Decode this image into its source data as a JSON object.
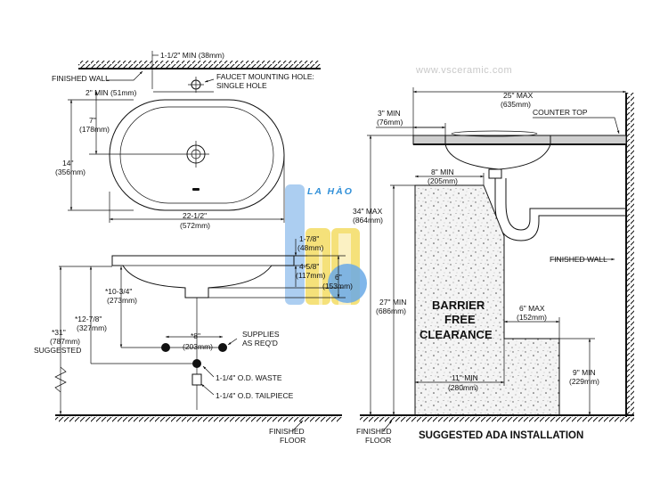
{
  "watermark": "www.vsceramic.com",
  "logo": {
    "text": "LA HÀO"
  },
  "top_view": {
    "finished_wall": "FINISHED WALL",
    "min_offset": "1-1/2\" MIN (38mm)",
    "faucet_hole": [
      "FAUCET MOUNTING HOLE:",
      "SINGLE HOLE"
    ],
    "min_2": "2\" MIN (51mm)",
    "dim_7": [
      "7\"",
      "(178mm)"
    ],
    "dim_14": [
      "14\"",
      "(356mm)"
    ],
    "dim_22": [
      "22-1/2\"",
      "(572mm)"
    ]
  },
  "side_view": {
    "dim_1_7_8": [
      "1-7/8\"",
      "(48mm)"
    ],
    "dim_4_5_8": [
      "4-5/8\"",
      "(117mm)"
    ],
    "dim_6": [
      "6\"",
      "(153mm)"
    ],
    "dim_10_3_4": [
      "*10-3/4\"",
      "(273mm)"
    ],
    "dim_12_7_8": [
      "*12-7/8\"",
      "(327mm)"
    ],
    "dim_31": [
      "*31\"",
      "(787mm)",
      "SUGGESTED"
    ],
    "dim_8": [
      "*8\"",
      "(203mm)"
    ],
    "supplies": [
      "SUPPLIES",
      "AS REQ'D"
    ],
    "waste": "1-1/4\" O.D. WASTE",
    "tailpiece": "1-1/4\" O.D. TAILPIECE",
    "finished_floor": [
      "FINISHED",
      "FLOOR"
    ]
  },
  "ada_view": {
    "dim_25": [
      "25\" MAX",
      "(635mm)"
    ],
    "dim_3": [
      "3\" MIN",
      "(76mm)"
    ],
    "counter_top": "COUNTER TOP",
    "dim_8_min": [
      "8\" MIN",
      "(205mm)"
    ],
    "dim_34": [
      "34\" MAX",
      "(864mm)"
    ],
    "dim_27": [
      "27\" MIN",
      "(686mm)"
    ],
    "finished_wall": "FINISHED WALL",
    "barrier": [
      "BARRIER",
      "FREE",
      "CLEARANCE"
    ],
    "dim_6_max": [
      "6\" MAX",
      "(152mm)"
    ],
    "dim_9": [
      "9\" MIN",
      "(229mm)"
    ],
    "dim_11": [
      "11\" MIN",
      "(280mm)"
    ],
    "finished_floor": [
      "FINISHED",
      "FLOOR"
    ],
    "caption": "SUGGESTED ADA INSTALLATION"
  }
}
